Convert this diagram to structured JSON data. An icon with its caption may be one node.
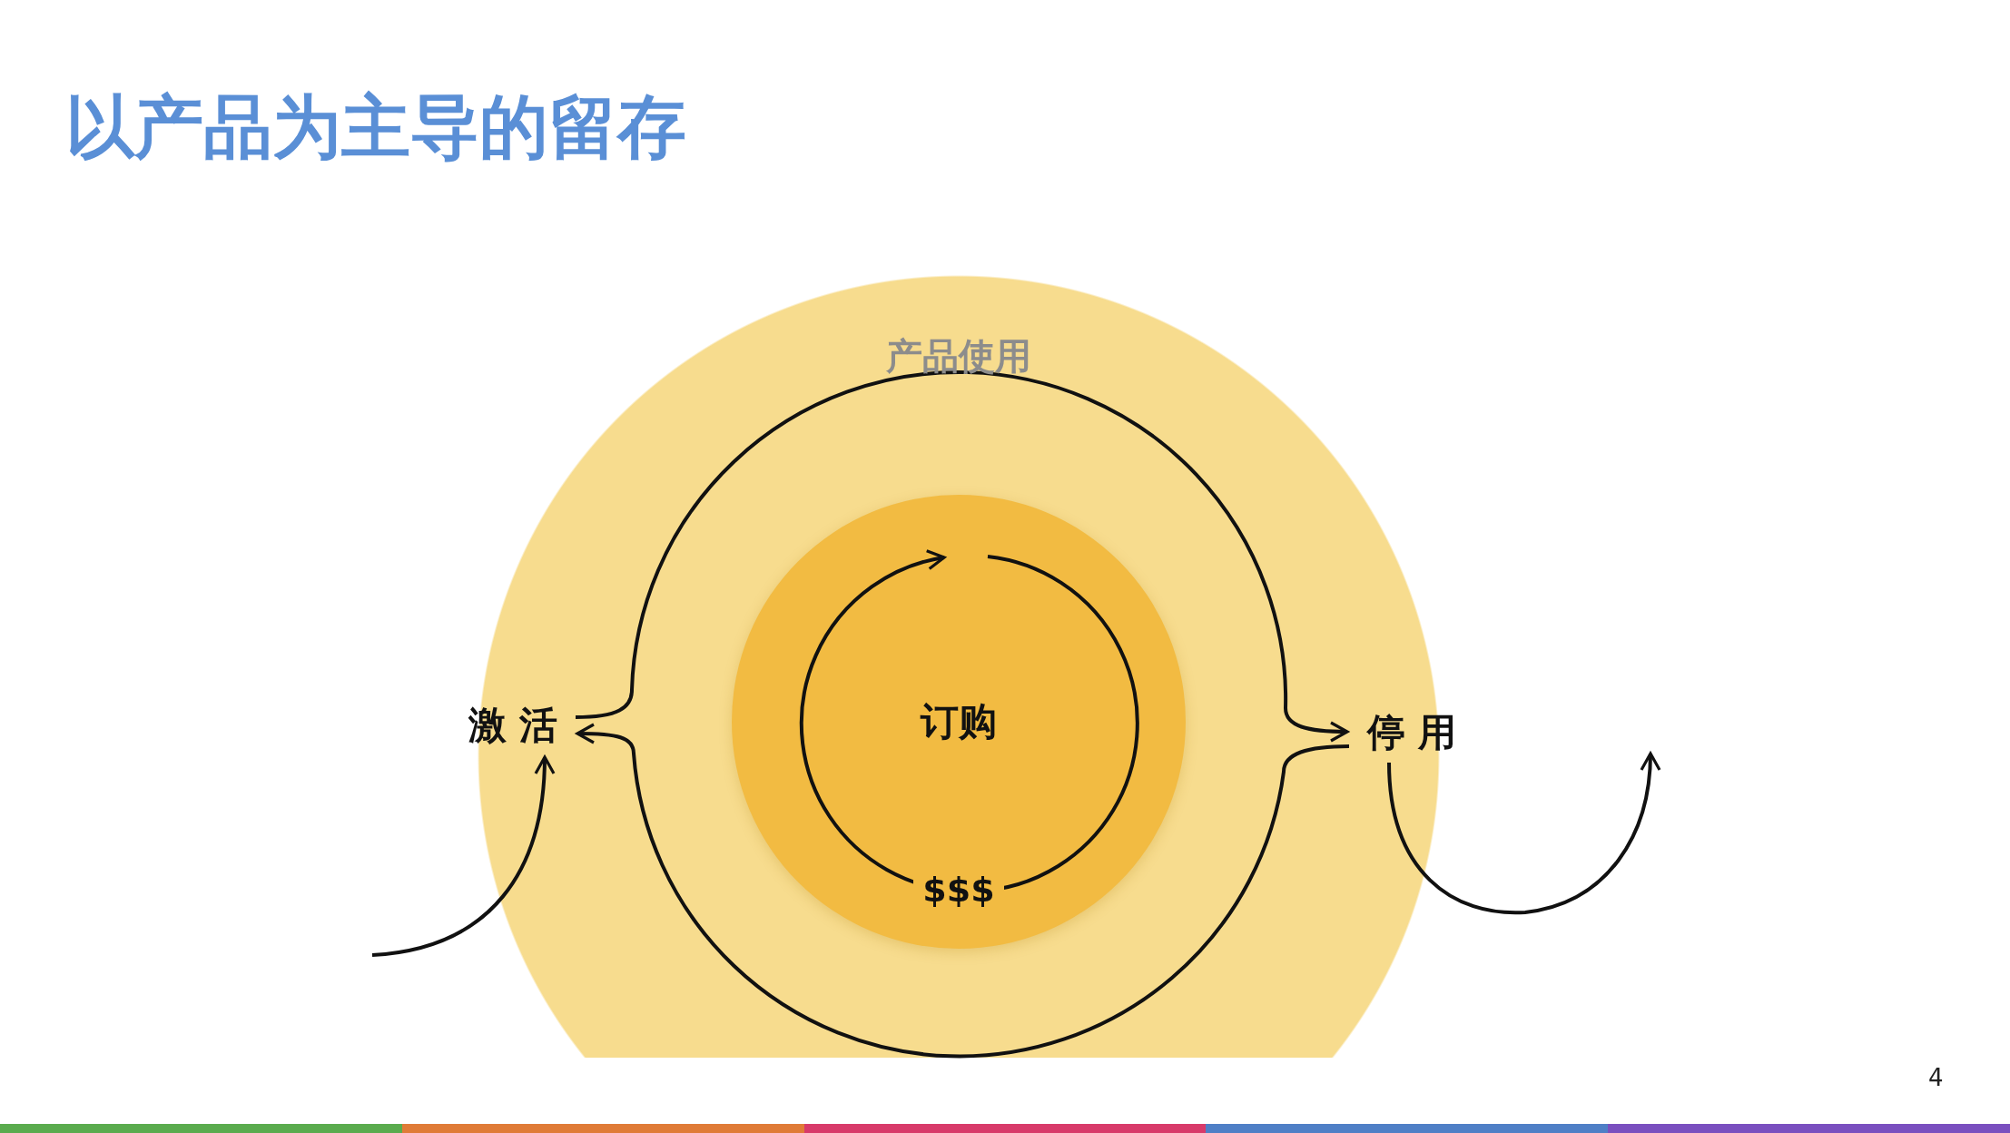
{
  "diagram": {
    "title": "以产品为主导的留存",
    "nodes": [
      {
        "text": [
          "产品使用"
        ]
      },
      {
        "text": [
          "订购"
        ],
        "in": 0
      },
      {
        "text": [
          "激 活"
        ]
      },
      {
        "text": [
          "停 用"
        ]
      }
    ],
    "edges": [
      {
        "from": null,
        "to": 2,
        "arrow": "to"
      },
      {
        "from": 2,
        "to": 3,
        "arrow": "to"
      },
      {
        "from": 3,
        "to": 2,
        "arrow": "to"
      },
      {
        "from": 1,
        "to": 1,
        "arrow": "to",
        "label": "$$$"
      },
      {
        "from": 3,
        "to": null,
        "arrow": "to"
      }
    ],
    "labels": [
      "4"
    ]
  }
}
